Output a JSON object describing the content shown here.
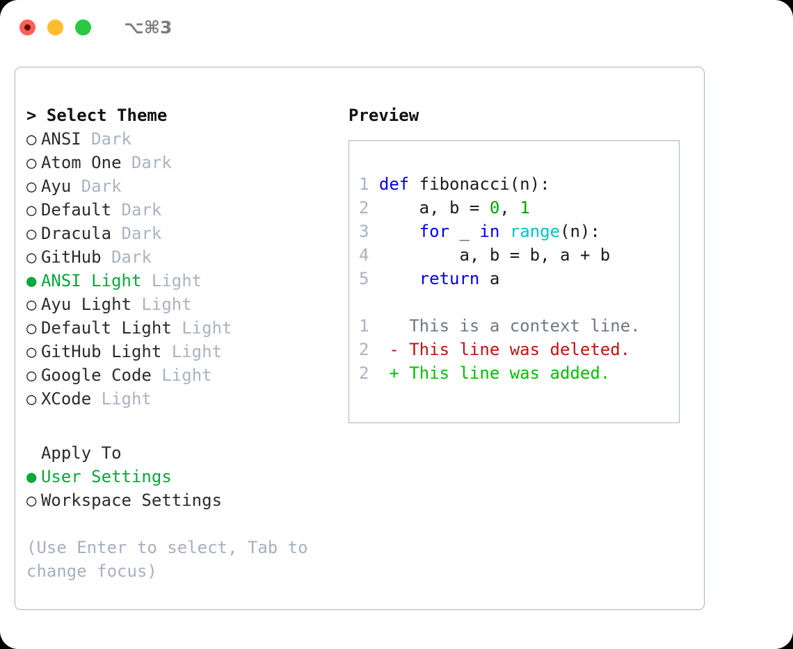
{
  "titlebar": {
    "shortcut": "⌥⌘3",
    "buttons": [
      {
        "name": "close",
        "color": "#ff5f57"
      },
      {
        "name": "minimize",
        "color": "#ffbd2e"
      },
      {
        "name": "zoom",
        "color": "#28c840"
      }
    ]
  },
  "colors": {
    "accent_green": "#08a83a",
    "muted": "#aab3c0",
    "border": "#a9b2c3",
    "keyword_blue": "#0000ee",
    "function_cyan": "#00c4c4",
    "number_green": "#00a200",
    "diff_added": "#00c000",
    "diff_deleted": "#c01313",
    "diff_context": "#707883"
  },
  "theme_list": {
    "heading": "> Select Theme",
    "items": [
      {
        "marker": "○",
        "name": "ANSI",
        "variant": "Dark",
        "selected": false
      },
      {
        "marker": "○",
        "name": "Atom One",
        "variant": "Dark",
        "selected": false
      },
      {
        "marker": "○",
        "name": "Ayu",
        "variant": "Dark",
        "selected": false
      },
      {
        "marker": "○",
        "name": "Default",
        "variant": "Dark",
        "selected": false
      },
      {
        "marker": "○",
        "name": "Dracula",
        "variant": "Dark",
        "selected": false
      },
      {
        "marker": "○",
        "name": "GitHub",
        "variant": "Dark",
        "selected": false
      },
      {
        "marker": "●",
        "name": "ANSI Light",
        "variant": "Light",
        "selected": true
      },
      {
        "marker": "○",
        "name": "Ayu Light",
        "variant": "Light",
        "selected": false
      },
      {
        "marker": "○",
        "name": "Default Light",
        "variant": "Light",
        "selected": false
      },
      {
        "marker": "○",
        "name": "GitHub Light",
        "variant": "Light",
        "selected": false
      },
      {
        "marker": "○",
        "name": "Google Code",
        "variant": "Light",
        "selected": false
      },
      {
        "marker": "○",
        "name": "XCode",
        "variant": "Light",
        "selected": false
      }
    ]
  },
  "apply_to": {
    "label": "Apply To",
    "items": [
      {
        "marker": "●",
        "name": "User Settings",
        "selected": true
      },
      {
        "marker": "○",
        "name": "Workspace Settings",
        "selected": false
      }
    ]
  },
  "hint": "(Use Enter to select, Tab to change focus)",
  "preview": {
    "title": "Preview",
    "code_lines": [
      {
        "num": "1",
        "tokens": [
          {
            "t": "def",
            "c": "kw"
          },
          {
            "t": " fibonacci(n):",
            "c": "plain"
          }
        ]
      },
      {
        "num": "2",
        "tokens": [
          {
            "t": "    a, b = ",
            "c": "plain"
          },
          {
            "t": "0",
            "c": "num"
          },
          {
            "t": ", ",
            "c": "plain"
          },
          {
            "t": "1",
            "c": "num"
          }
        ]
      },
      {
        "num": "3",
        "tokens": [
          {
            "t": "    ",
            "c": "plain"
          },
          {
            "t": "for",
            "c": "kw"
          },
          {
            "t": " _ ",
            "c": "plain"
          },
          {
            "t": "in",
            "c": "kw"
          },
          {
            "t": " ",
            "c": "plain"
          },
          {
            "t": "range",
            "c": "fn"
          },
          {
            "t": "(n):",
            "c": "plain"
          }
        ]
      },
      {
        "num": "4",
        "tokens": [
          {
            "t": "        a, b = b, a + b",
            "c": "plain"
          }
        ]
      },
      {
        "num": "5",
        "tokens": [
          {
            "t": "    ",
            "c": "plain"
          },
          {
            "t": "return",
            "c": "kw"
          },
          {
            "t": " a",
            "c": "plain"
          }
        ]
      }
    ],
    "diff_lines": [
      {
        "num": "1",
        "sign": " ",
        "text": " This is a context line.",
        "kind": "d-ctx"
      },
      {
        "num": "2",
        "sign": "-",
        "text": " This line was deleted.",
        "kind": "d-del"
      },
      {
        "num": "2",
        "sign": "+",
        "text": " This line was added.",
        "kind": "d-add"
      }
    ]
  }
}
